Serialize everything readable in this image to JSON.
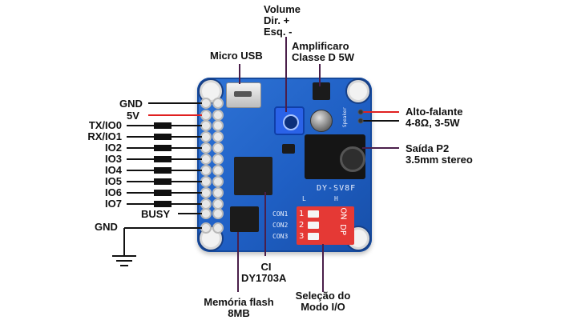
{
  "labels": {
    "volume_line1": "Volume",
    "volume_line2": "Dir. +",
    "volume_line3": "Esq. -",
    "micro_usb": "Micro USB",
    "amp_line1": "Amplificaro",
    "amp_line2": "Classe D 5W",
    "alto_falante": "Alto-falante",
    "impedancia": "4-8Ω, 3-5W",
    "saida_line1": "Saída P2",
    "saida_line2": "3.5mm stereo",
    "ci_line1": "CI",
    "ci_line2": "DY1703A",
    "memoria_line1": "Memória flash",
    "memoria_line2": "8MB",
    "selecao_line1": "Seleção do",
    "selecao_line2": "Modo I/O",
    "gnd_top": "GND",
    "v5": "5V",
    "busy": "BUSY",
    "gnd_bottom": "GND"
  },
  "pins": [
    "TX/IO0",
    "RX/IO1",
    "IO2",
    "IO3",
    "IO4",
    "IO5",
    "IO6",
    "IO7"
  ],
  "board": {
    "name": "DY-SV8F",
    "dip_on": "ON",
    "dip_dp": "DP",
    "dip_numbers": [
      "1",
      "2",
      "3"
    ],
    "dip_l": "L",
    "dip_h": "H",
    "con_labels": [
      "CON1",
      "CON2",
      "CON3"
    ],
    "spk_silk": "Speaker"
  },
  "colors": {
    "board": "#1f5fc4",
    "power_line": "#e02020",
    "pointer_line": "#4a1f4a",
    "black_line": "#111111"
  }
}
